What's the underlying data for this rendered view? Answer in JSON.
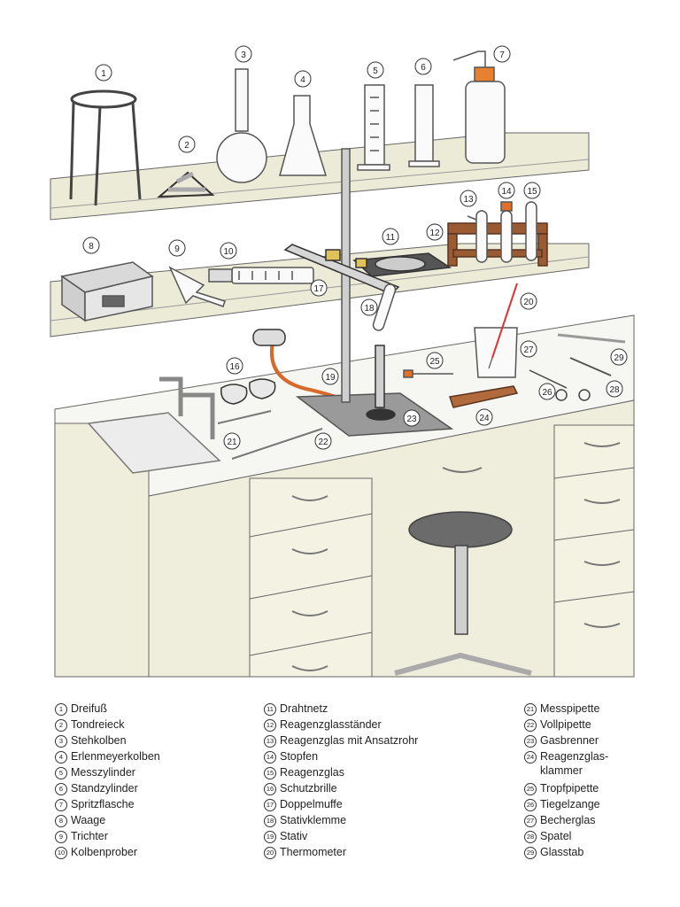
{
  "legend": {
    "col1": [
      {
        "n": "1",
        "label": "Dreifuß"
      },
      {
        "n": "2",
        "label": "Tondreieck"
      },
      {
        "n": "3",
        "label": "Stehkolben"
      },
      {
        "n": "4",
        "label": "Erlenmeyerkolben"
      },
      {
        "n": "5",
        "label": "Messzylinder"
      },
      {
        "n": "6",
        "label": "Standzylinder"
      },
      {
        "n": "7",
        "label": "Spritzflasche"
      },
      {
        "n": "8",
        "label": "Waage"
      },
      {
        "n": "9",
        "label": "Trichter"
      },
      {
        "n": "10",
        "label": "Kolbenprober"
      }
    ],
    "col2": [
      {
        "n": "11",
        "label": "Drahtnetz"
      },
      {
        "n": "12",
        "label": "Reagenzglasständer"
      },
      {
        "n": "13",
        "label": "Reagenzglas mit Ansatzrohr"
      },
      {
        "n": "14",
        "label": "Stopfen"
      },
      {
        "n": "15",
        "label": "Reagenzglas"
      },
      {
        "n": "16",
        "label": "Schutzbrille"
      },
      {
        "n": "17",
        "label": "Doppelmuffe"
      },
      {
        "n": "18",
        "label": "Stativklemme"
      },
      {
        "n": "19",
        "label": "Stativ"
      },
      {
        "n": "20",
        "label": "Thermometer"
      }
    ],
    "col3": [
      {
        "n": "21",
        "label": "Messpipette"
      },
      {
        "n": "22",
        "label": "Vollpipette"
      },
      {
        "n": "23",
        "label": "Gasbrenner"
      },
      {
        "n": "24",
        "label": "Reagenzglas-\nklammer"
      },
      {
        "n": "25",
        "label": "Tropfpipette"
      },
      {
        "n": "26",
        "label": "Tiegelzange"
      },
      {
        "n": "27",
        "label": "Becherglas"
      },
      {
        "n": "28",
        "label": "Spatel"
      },
      {
        "n": "29",
        "label": "Glasstab"
      }
    ]
  },
  "colors": {
    "shelf": "#ecebd8",
    "cabinet": "#efeedc",
    "outline": "#555555",
    "hose": "#d9692b",
    "rack": "#9a5a32",
    "stopper": "#e26f2a"
  }
}
